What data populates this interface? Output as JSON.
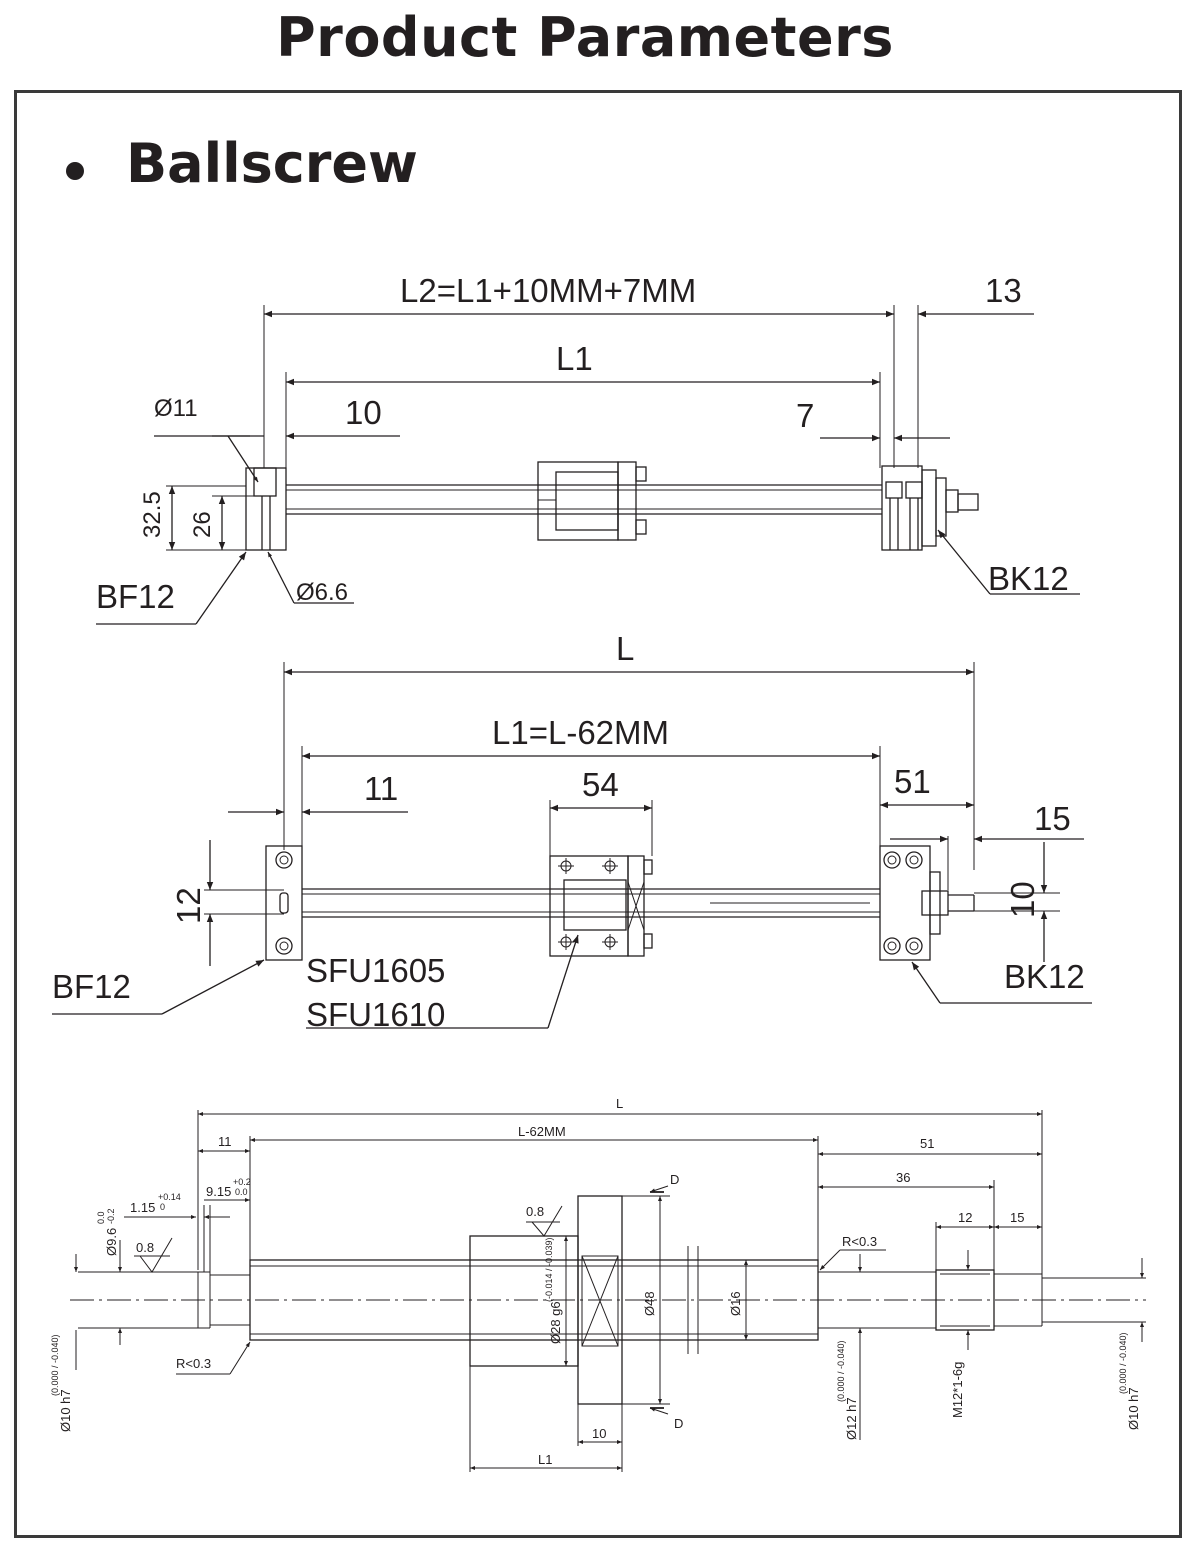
{
  "header": {
    "title": "Product Parameters"
  },
  "section": {
    "title": "Ballscrew"
  },
  "view1": {
    "l2": "L2=L1+10MM+7MM",
    "l1": "L1",
    "d10": "10",
    "d7": "7",
    "d13": "13",
    "phi11": "Ø11",
    "phi66": "Ø6.6",
    "h325": "32.5",
    "h26": "26",
    "bf": "BF12",
    "bk": "BK12"
  },
  "view2": {
    "l": "L",
    "l1": "L1=L-62MM",
    "d11": "11",
    "d54": "54",
    "d51": "51",
    "d15": "15",
    "d12": "12",
    "d10": "10",
    "bf": "BF12",
    "bk": "BK12",
    "model1": "SFU1605",
    "model2": "SFU1610"
  },
  "view3": {
    "l": "L",
    "l62": "L-62MM",
    "d11": "11",
    "d51": "51",
    "d36": "36",
    "d12": "12",
    "d15": "15",
    "d915": "9.15",
    "d915tol_up": "+0.2",
    "d915tol_lo": "0.0",
    "d115": "1.15",
    "d115tol_up": "+0.14",
    "d115tol_lo": "0",
    "phi96": "Ø9.6",
    "phi96tol_up": "0.0",
    "phi96tol_lo": "-0.2",
    "rough1": "0.8",
    "rough2": "0.8",
    "r03a": "R<0.3",
    "r03b": "R<0.3",
    "phi28": "Ø28 g6",
    "phi28tol": "(-0.014 / -0.039)",
    "phi48": "Ø48",
    "phi16": "Ø16",
    "phi10left": "Ø10 h7",
    "phi10lefttol": "(0.000 / -0.040)",
    "phi12": "Ø12 h7",
    "phi12tol": "(0.000 / -0.040)",
    "m12": "M12*1-6g",
    "phi10right": "Ø10 h7",
    "phi10righttol": "(0.000 / -0.040)",
    "sec_d1": "D",
    "sec_d2": "D",
    "d10": "10",
    "l1": "L1"
  }
}
